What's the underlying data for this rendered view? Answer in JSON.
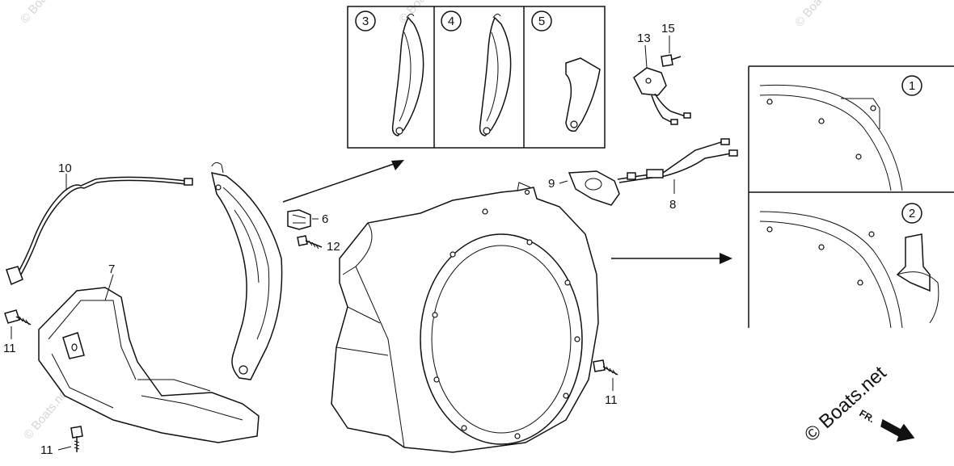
{
  "callouts": {
    "c1": "1",
    "c2": "2",
    "c3": "3",
    "c4": "4",
    "c5": "5",
    "p6": "6",
    "p7": "7",
    "p8": "8",
    "p9": "9",
    "p10": "10",
    "p11a": "11",
    "p11b": "11",
    "p11c": "11",
    "p12": "12",
    "p13": "13",
    "p15": "15"
  },
  "branding": {
    "copyright_logo": "© Boats.net",
    "watermark": "© Boats.net",
    "front_label": "FR."
  }
}
